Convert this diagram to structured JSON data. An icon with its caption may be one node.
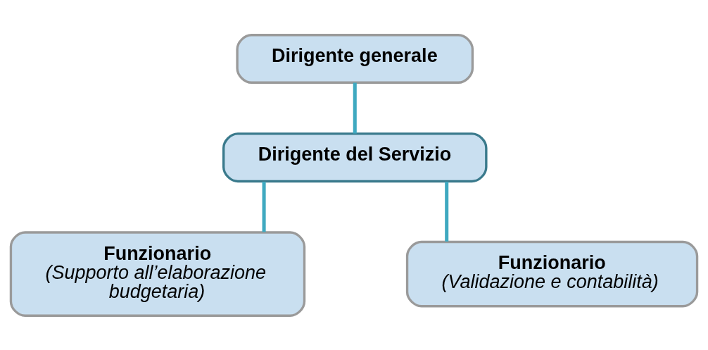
{
  "diagram": {
    "nodes": [
      {
        "text": [
          "Dirigente generale"
        ]
      },
      {
        "text": [
          "Dirigente del Servizio"
        ]
      },
      {
        "text": [
          "Funzionario",
          "(Supporto all’elaborazione budgetaria)"
        ]
      },
      {
        "text": [
          "Funzionario",
          "(Validazione e contabilità)"
        ]
      }
    ],
    "edges": [
      {
        "from": 0,
        "to": 1,
        "arrow": "none"
      },
      {
        "from": 1,
        "to": 2,
        "arrow": "none"
      },
      {
        "from": 1,
        "to": 3,
        "arrow": "none"
      }
    ]
  }
}
